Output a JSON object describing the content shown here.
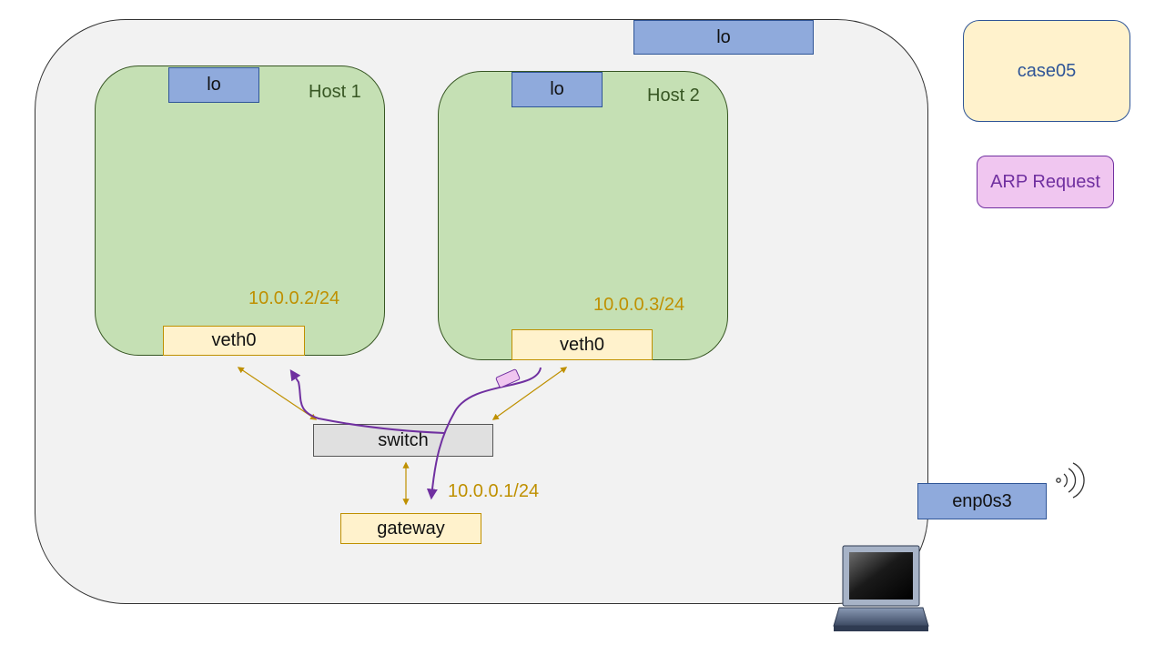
{
  "outer_box": {
    "lo_label": "lo",
    "nic_label": "enp0s3"
  },
  "host1": {
    "title": "Host 1",
    "lo_label": "lo",
    "ip": "10.0.0.2/24",
    "iface": "veth0"
  },
  "host2": {
    "title": "Host 2",
    "lo_label": "lo",
    "ip": "10.0.0.3/24",
    "iface": "veth0"
  },
  "switch": {
    "label": "switch"
  },
  "gateway": {
    "label": "gateway",
    "ip": "10.0.0.1/24"
  },
  "legend": {
    "case_label": "case05",
    "packet_label": "ARP Request"
  },
  "colors": {
    "link_arrow": "#bf9000",
    "packet_path": "#7030a0",
    "packet_fill": "#f0c6f0"
  },
  "icons": [
    "laptop-icon",
    "wireless-signal-icon",
    "packet-icon"
  ]
}
